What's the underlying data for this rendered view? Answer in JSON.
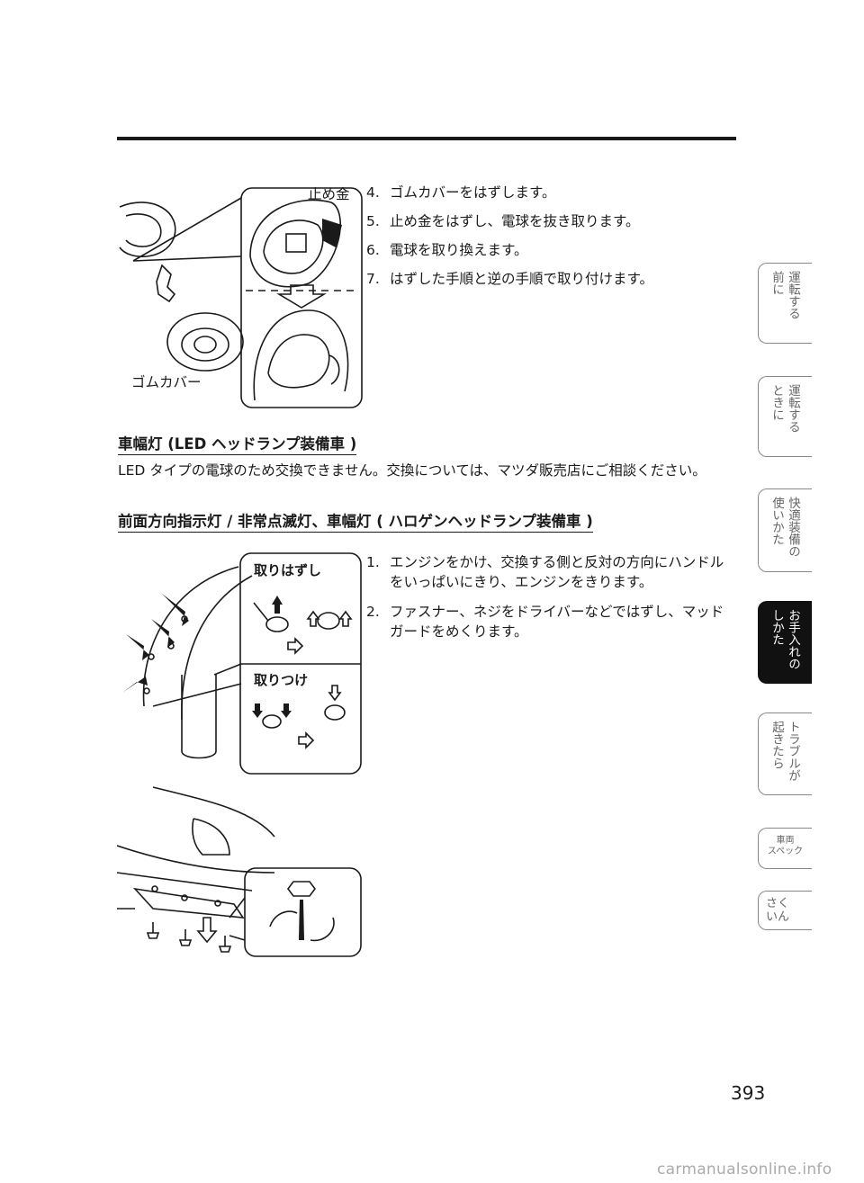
{
  "steps_top": [
    {
      "num": "4.",
      "text": "ゴムカバーをはずします。"
    },
    {
      "num": "5.",
      "text": "止め金をはずし、電球を抜き取ります。"
    },
    {
      "num": "6.",
      "text": "電球を取り換えます。"
    },
    {
      "num": "7.",
      "text": "はずした手順と逆の手順で取り付けます。"
    }
  ],
  "figure1": {
    "label_clip": "止め金",
    "label_cover": "ゴムカバー"
  },
  "section1": {
    "heading": "車幅灯 (LED ヘッドランプ装備車 )",
    "body": "LED タイプの電球のため交換できません。交換については、マツダ販売店にご相談ください。"
  },
  "section2": {
    "heading": "前面方向指示灯 / 非常点滅灯、車幅灯 ( ハロゲンヘッドランプ装備車 )"
  },
  "figure2": {
    "label_remove": "取りはずし",
    "label_install": "取りつけ"
  },
  "steps_bottom": [
    {
      "num": "1.",
      "text": "エンジンをかけ、交換する側と反対の方向にハンドルをいっぱいにきり、エンジンをきります。"
    },
    {
      "num": "2.",
      "text": "ファスナー、ネジをドライバーなどではずし、マッドガードをめくります。"
    }
  ],
  "side_tabs": [
    {
      "lines": [
        "運転する",
        "前に"
      ],
      "active": false
    },
    {
      "lines": [
        "運転する",
        "ときに"
      ],
      "active": false
    },
    {
      "lines": [
        "快適装備の",
        "使いかた"
      ],
      "active": false
    },
    {
      "lines": [
        "お手入れの",
        "しかた"
      ],
      "active": true
    },
    {
      "lines": [
        "トラブルが",
        "起きたら"
      ],
      "active": false
    },
    {
      "lines": [
        "車両",
        "スペック"
      ],
      "active": false
    },
    {
      "lines": [
        "さく",
        "いん"
      ],
      "active": false
    }
  ],
  "page_number": "393",
  "footer": "carmanualsonline.info"
}
